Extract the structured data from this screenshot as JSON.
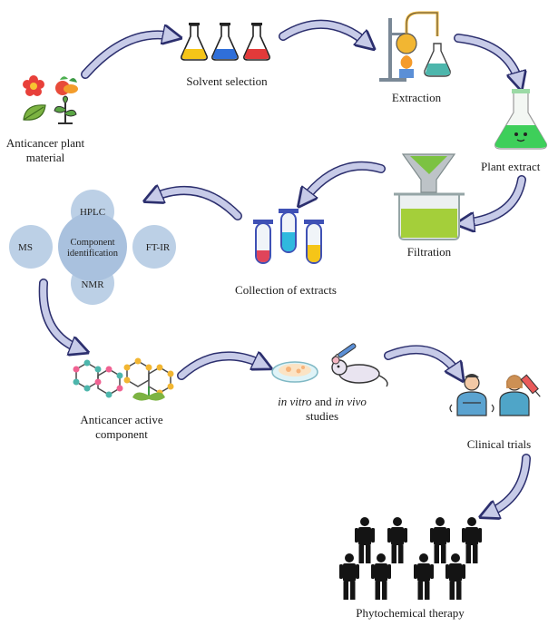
{
  "colors": {
    "arrow_fill": "#c7cbe8",
    "arrow_stroke": "#2c2f6e",
    "method_circle": "#bcd0e6",
    "center_circle": "#a9c1de",
    "person": "#141414",
    "flask_yellow": "#f5c518",
    "flask_blue": "#2f6fd9",
    "flask_red": "#e23a3a",
    "extract_green": "#3ecf5a",
    "filtrate_green": "#a4cf3a",
    "molecule_teal": "#4db6ac",
    "molecule_gold": "#f2b632"
  },
  "steps": {
    "plant_material": {
      "line1": "Anticancer plant",
      "line2": "material",
      "icon": "plant-material-icon"
    },
    "solvent": {
      "label": "Solvent selection",
      "icon": "flasks-icon"
    },
    "extraction": {
      "label": "Extraction",
      "icon": "distillation-apparatus-icon"
    },
    "plant_extract": {
      "label": "Plant extract",
      "icon": "green-flask-icon"
    },
    "filtration": {
      "label": "Filtration",
      "icon": "funnel-beaker-icon"
    },
    "collection": {
      "label": "Collection of extracts",
      "icon": "test-tubes-icon"
    },
    "identification": {
      "center_line1": "Component",
      "center_line2": "identification",
      "methods": [
        "HPLC",
        "MS",
        "FT-IR",
        "NMR"
      ]
    },
    "active_component": {
      "line1": "Anticancer active",
      "line2": "component",
      "icon": "molecule-icon"
    },
    "studies": {
      "italic1": "in vitro",
      "mid": " and ",
      "italic2": "in vivo",
      "line2": "studies",
      "icon": "petri-mouse-icon"
    },
    "clinical": {
      "label": "Clinical trials",
      "icon": "patients-icon"
    },
    "therapy": {
      "label": "Phytochemical therapy",
      "icon": "people-group-icon"
    }
  }
}
